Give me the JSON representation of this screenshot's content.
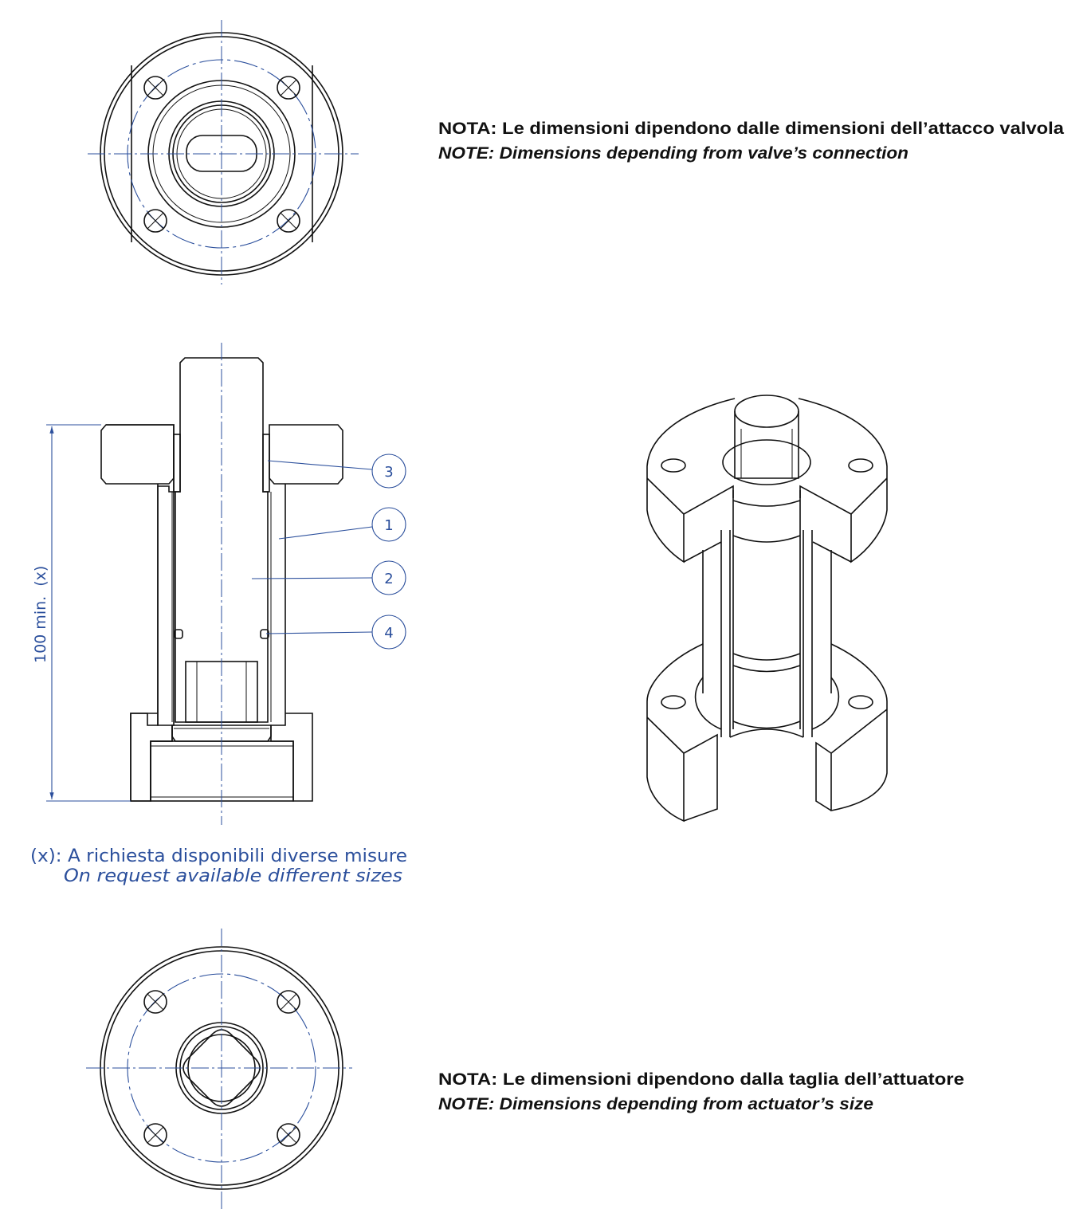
{
  "notes": {
    "top_it": "NOTA: Le dimensioni dipendono dalle dimensioni dell’attacco valvola",
    "top_en": "NOTE: Dimensions depending from valve’s connection",
    "bottom_it": "NOTA: Le dimensioni dipendono dalla taglia dell’attuatore",
    "bottom_en": "NOTE: Dimensions depending from actuator’s size"
  },
  "section": {
    "dimension_label": "100 min.  (x)",
    "balloons": [
      "3",
      "1",
      "2",
      "4"
    ]
  },
  "footnote": {
    "line1": "(x): A richiesta disponibili diverse misure",
    "line2": "On request available different sizes"
  },
  "colors": {
    "annotation": "#2b4f9c",
    "line": "#111111"
  }
}
